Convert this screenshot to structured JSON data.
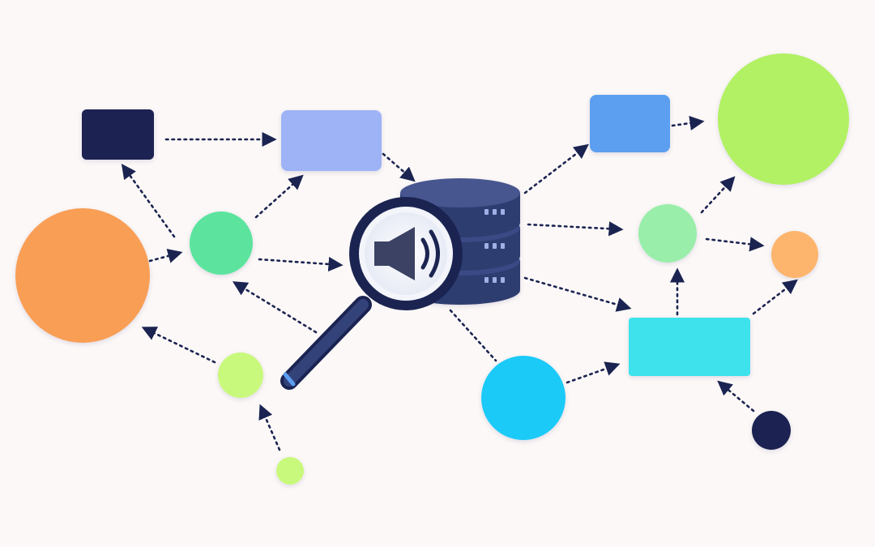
{
  "diagram": {
    "background": "#fcf8f7",
    "edge_color": "#1b2451",
    "nodes": [
      {
        "id": "box-navy-top-left",
        "shape": "rect",
        "color": "#1b2451"
      },
      {
        "id": "box-lavender-top",
        "shape": "rect",
        "color": "#9db3f5"
      },
      {
        "id": "box-blue-top-right",
        "shape": "rect",
        "color": "#5c9ff0"
      },
      {
        "id": "circle-green-large",
        "shape": "circle",
        "color": "#b1f163"
      },
      {
        "id": "circle-orange-large",
        "shape": "circle",
        "color": "#f99e54"
      },
      {
        "id": "circle-teal-mid",
        "shape": "circle",
        "color": "#5be49f"
      },
      {
        "id": "circle-lime-mid",
        "shape": "circle",
        "color": "#c9f97c"
      },
      {
        "id": "circle-lime-small",
        "shape": "circle",
        "color": "#c9f97c"
      },
      {
        "id": "circle-cyan",
        "shape": "circle",
        "color": "#1ecaf8"
      },
      {
        "id": "circle-mint",
        "shape": "circle",
        "color": "#99eeaa"
      },
      {
        "id": "circle-orange-small",
        "shape": "circle",
        "color": "#fdb56d"
      },
      {
        "id": "box-cyan",
        "shape": "rect",
        "color": "#3ce2ec"
      },
      {
        "id": "circle-navy-small",
        "shape": "circle",
        "color": "#1b2451"
      },
      {
        "id": "database-audio-search",
        "shape": "icon",
        "icon": "database-icon with magnifier-icon and speaker-icon",
        "color": "#3b4a85"
      }
    ],
    "edges": [
      [
        "box-navy-top-left",
        "box-lavender-top"
      ],
      [
        "circle-teal-mid",
        "box-navy-top-left"
      ],
      [
        "circle-orange-large",
        "circle-teal-mid"
      ],
      [
        "circle-teal-mid",
        "box-lavender-top"
      ],
      [
        "box-lavender-top",
        "database-audio-search"
      ],
      [
        "circle-teal-mid",
        "database-audio-search"
      ],
      [
        "database-audio-search",
        "circle-teal-mid"
      ],
      [
        "circle-lime-mid",
        "circle-orange-large"
      ],
      [
        "circle-lime-small",
        "circle-lime-mid"
      ],
      [
        "database-audio-search",
        "box-blue-top-right"
      ],
      [
        "box-blue-top-right",
        "circle-green-large"
      ],
      [
        "database-audio-search",
        "circle-mint"
      ],
      [
        "circle-mint",
        "circle-green-large"
      ],
      [
        "circle-mint",
        "circle-orange-small"
      ],
      [
        "database-audio-search",
        "box-cyan"
      ],
      [
        "box-cyan",
        "circle-mint"
      ],
      [
        "box-cyan",
        "circle-orange-small"
      ],
      [
        "circle-cyan",
        "box-cyan"
      ],
      [
        "circle-navy-small",
        "box-cyan"
      ],
      [
        "database-audio-search",
        "circle-cyan"
      ]
    ]
  }
}
